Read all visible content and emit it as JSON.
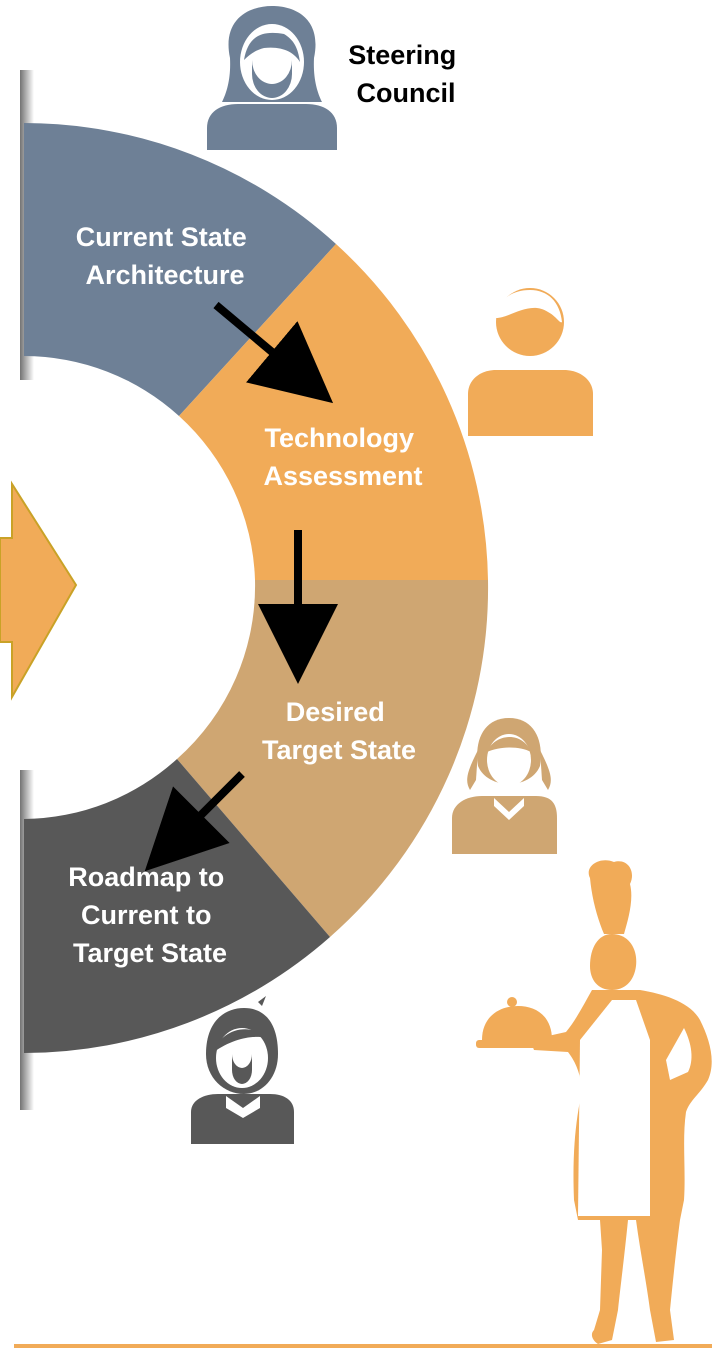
{
  "steering": {
    "line1": "Steering",
    "line2": "Council"
  },
  "segments": [
    {
      "line1": "Current State",
      "line2": "Architecture",
      "line3": "",
      "color": "#6e8096"
    },
    {
      "line1": "Technology",
      "line2": "Assessment",
      "line3": "",
      "color": "#f1ab58"
    },
    {
      "line1": "Desired",
      "line2": "Target State",
      "line3": "",
      "color": "#cfa672"
    },
    {
      "line1": "Roadmap to",
      "line2": "Current to",
      "line3": "Target State",
      "color": "#585858"
    }
  ],
  "colors": {
    "label_light": "#ffffff",
    "label_dark": "#000000",
    "flow_arrow": "#000000",
    "input_arrow": "#f1ab58",
    "input_arrow_border": "#c9a227",
    "chef": "#f1ab58",
    "floor_line": "#f1ab58"
  },
  "icons": [
    "woman-icon",
    "man-icon",
    "woman-pigtails-icon",
    "boy-icon",
    "chef-waiter-icon"
  ]
}
